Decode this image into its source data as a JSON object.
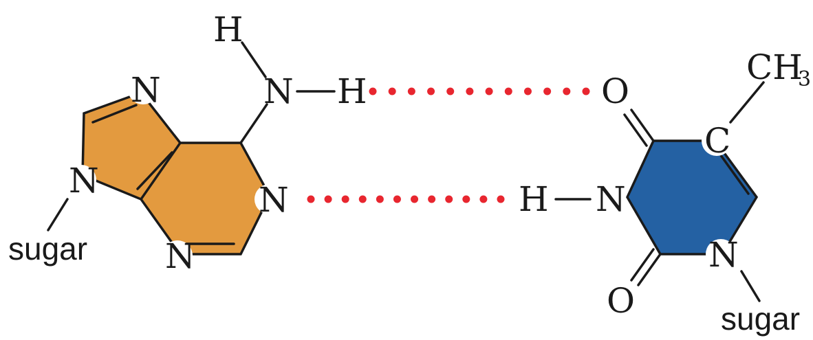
{
  "colors": {
    "purine_fill": "#e39a3f",
    "pyrimidine_fill": "#2461a3",
    "hydrogen_bond_dots": "#e8262f",
    "bonds": "#1a1a1a"
  },
  "left_molecule": {
    "atoms": {
      "amine_h_top": "H",
      "amine_n": "N",
      "amine_h_right": "H",
      "ring_n_top": "N",
      "ring_n_left": "N",
      "ring_n_right": "N",
      "ring_n_bottom": "N"
    },
    "sugar_label": "sugar"
  },
  "right_molecule": {
    "atoms": {
      "carbonyl_o_top": "O",
      "methyl": "CH",
      "methyl_subscript": "3",
      "ring_c": "C",
      "imide_h": "H",
      "imide_n": "N",
      "ring_n_bottom": "N",
      "carbonyl_o_bottom": "O"
    },
    "sugar_label": "sugar"
  },
  "hydrogen_bonds": [
    {
      "from": "H",
      "to": "O",
      "dot_count": 12
    },
    {
      "from": "N",
      "to": "H",
      "dot_count": 12
    }
  ]
}
